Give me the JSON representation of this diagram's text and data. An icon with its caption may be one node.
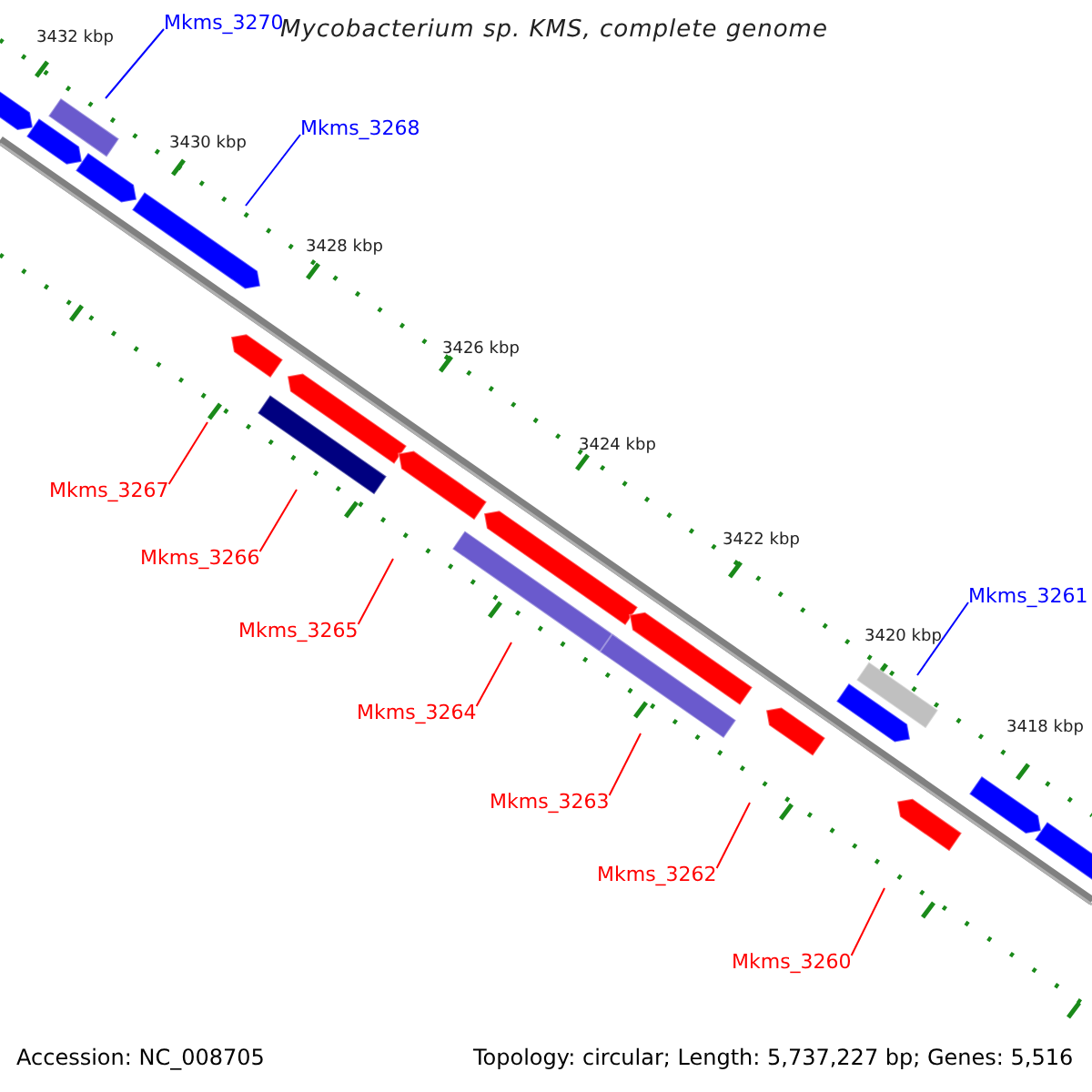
{
  "diagram": {
    "title": "Mycobacterium sp. KMS, complete genome",
    "nodes": [
      {
        "text": [
          "Mkms_3270"
        ]
      },
      {
        "text": [
          "Mkms_3268"
        ]
      },
      {
        "text": [
          "Mkms_3267"
        ]
      },
      {
        "text": [
          "Mkms_3266"
        ]
      },
      {
        "text": [
          "Mkms_3261"
        ]
      },
      {
        "text": [
          "Mkms_3265"
        ]
      },
      {
        "text": [
          "Mkms_3264"
        ]
      },
      {
        "text": [
          "Mkms_3263"
        ]
      },
      {
        "text": [
          "Mkms_3262"
        ]
      },
      {
        "text": [
          "Mkms_3260"
        ]
      }
    ],
    "edges": [
      {
        "from": 0,
        "to": null,
        "arrow": "none",
        "color": "#0000ff"
      },
      {
        "from": 1,
        "to": null,
        "arrow": "none",
        "color": "#0000ff"
      },
      {
        "from": 2,
        "to": null,
        "arrow": "none"
      },
      {
        "from": 3,
        "to": null,
        "arrow": "none"
      },
      {
        "from": 4,
        "to": null,
        "arrow": "none",
        "color": "#0000ff"
      },
      {
        "from": 5,
        "to": null,
        "arrow": "none"
      },
      {
        "from": 6,
        "to": null,
        "arrow": "none"
      },
      {
        "from": 7,
        "to": null,
        "arrow": "none"
      },
      {
        "from": 8,
        "to": null,
        "arrow": "none"
      },
      {
        "from": 9,
        "to": null,
        "arrow": "none"
      }
    ],
    "labels": [
      "3432 kbp",
      "3430 kbp",
      "3428 kbp",
      "3426 kbp",
      "3424 kbp",
      "3422 kbp",
      "3420 kbp",
      "3418 kbp",
      "Accession: NC_008705",
      "Topology: circular; Length: 5,737,227 bp; Genes: 5,516"
    ]
  }
}
